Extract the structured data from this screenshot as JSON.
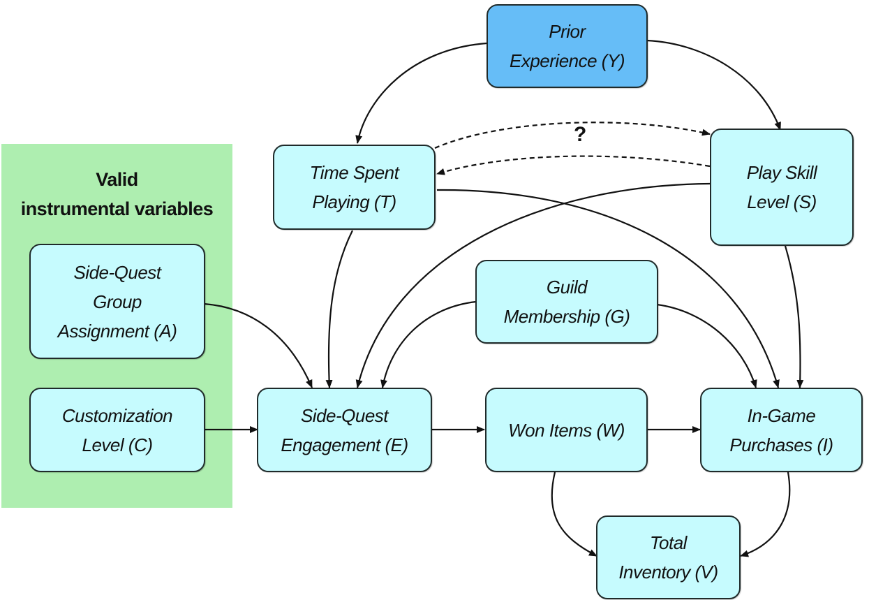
{
  "panel": {
    "title": "Valid\ninstrumental variables",
    "title_lines": [
      "Valid",
      "instrumental variables"
    ],
    "color": "#aeeeb0"
  },
  "colors": {
    "node_fill": "#c6fbfe",
    "root_fill": "#66bdf7",
    "edge": "#111111"
  },
  "nodes": {
    "Y": {
      "line1": "Prior",
      "line2": "Experience (",
      "var": "Y",
      "close": ")"
    },
    "T": {
      "line1": "Time Spent",
      "line2": "Playing (",
      "var": "T",
      "close": ")"
    },
    "S": {
      "line1": "Play Skill",
      "line2": "Level (",
      "var": "S",
      "close": ")"
    },
    "A": {
      "line1": "Side-Quest",
      "line1b": "Group",
      "line2": "Assignment (",
      "var": "A",
      "close": ")"
    },
    "G": {
      "line1": "Guild",
      "line2": "Membership (",
      "var": "G",
      "close": ")"
    },
    "C": {
      "line1": "Customization",
      "line2": "Level (",
      "var": "C",
      "close": ")"
    },
    "E": {
      "line1": "Side-Quest",
      "line2": "Engagement (",
      "var": "E",
      "close": ")"
    },
    "W": {
      "line1": "Won Items (",
      "var": "W",
      "close": ")"
    },
    "I": {
      "line1": "In-Game",
      "line2": "Purchases (",
      "var": "I",
      "close": ")"
    },
    "V": {
      "line1": "Total",
      "line2": "Inventory (",
      "var": "V",
      "close": ")"
    }
  },
  "edges": [
    {
      "from": "Y",
      "to": "T",
      "style": "solid"
    },
    {
      "from": "Y",
      "to": "S",
      "style": "solid"
    },
    {
      "from": "T",
      "to": "S",
      "style": "dashed"
    },
    {
      "from": "S",
      "to": "T",
      "style": "dashed"
    },
    {
      "from": "T",
      "to": "E",
      "style": "solid"
    },
    {
      "from": "T",
      "to": "I",
      "style": "solid"
    },
    {
      "from": "S",
      "to": "E",
      "style": "solid"
    },
    {
      "from": "S",
      "to": "I",
      "style": "solid"
    },
    {
      "from": "A",
      "to": "E",
      "style": "solid"
    },
    {
      "from": "G",
      "to": "E",
      "style": "solid"
    },
    {
      "from": "G",
      "to": "I",
      "style": "solid"
    },
    {
      "from": "C",
      "to": "E",
      "style": "solid"
    },
    {
      "from": "E",
      "to": "W",
      "style": "solid"
    },
    {
      "from": "W",
      "to": "I",
      "style": "solid"
    },
    {
      "from": "W",
      "to": "V",
      "style": "solid"
    },
    {
      "from": "I",
      "to": "V",
      "style": "solid"
    }
  ],
  "annotation": "?"
}
